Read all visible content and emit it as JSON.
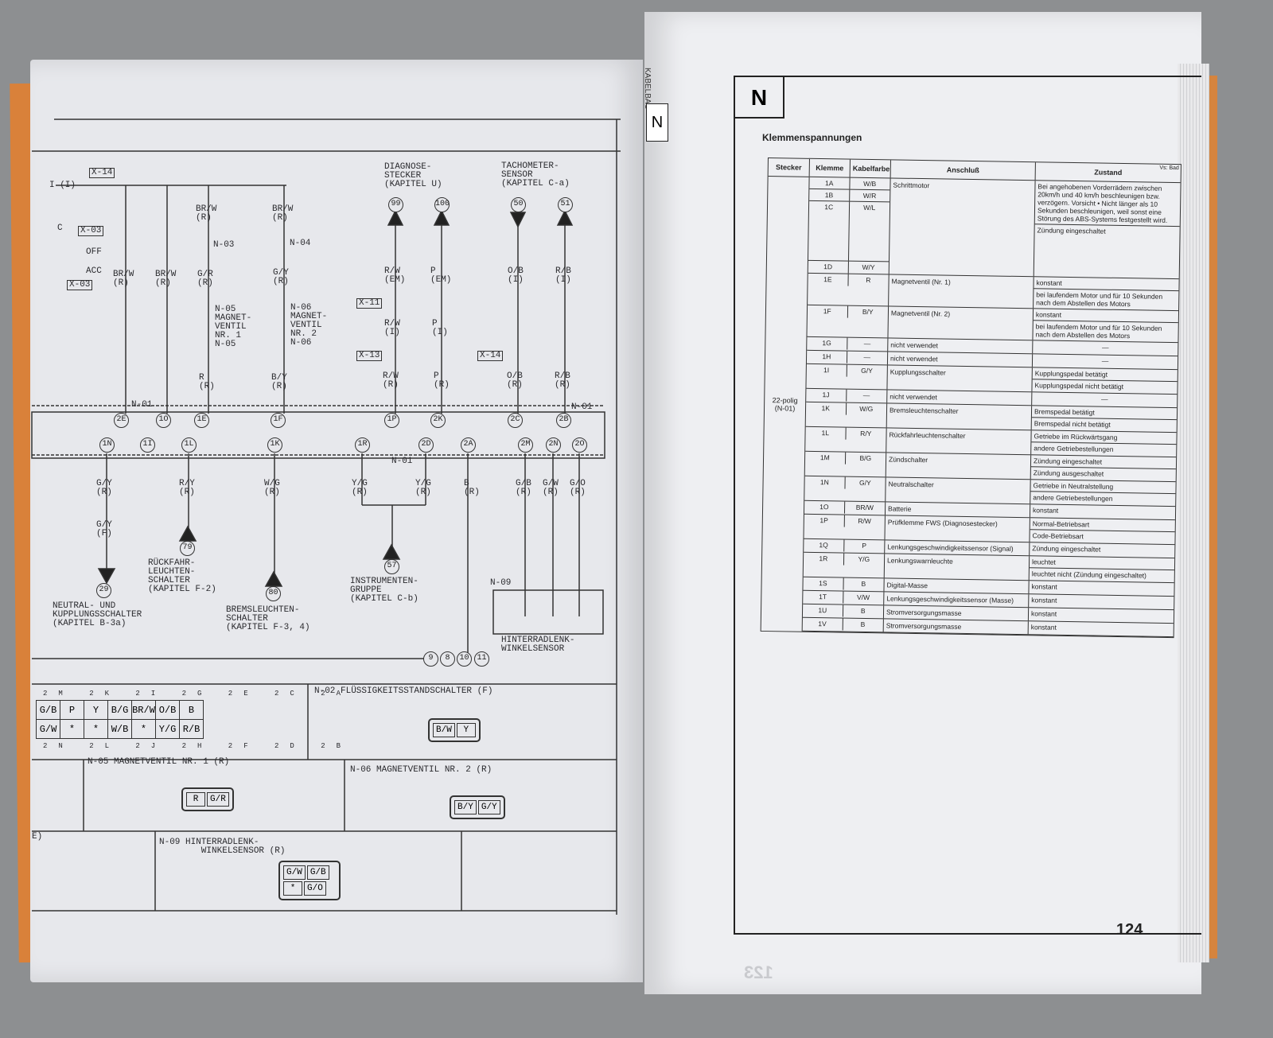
{
  "left": {
    "labels": [
      "X-14",
      "I (I)",
      "BR/W\n(R)",
      "N-03",
      "BR/W\n(R)",
      "N-04",
      "C",
      "X-03",
      "OFF",
      "ACC",
      "X-03",
      "BR/W\n(R)",
      "BR/W\n(R)",
      "G/R\n(R)",
      "G/Y\n(R)",
      "N-05\nMAGNET-\nVENTIL\nNR. 1\nN-05",
      "N-06\nMAGNET-\nVENTIL\nNR. 2\nN-06",
      "DIAGNOSE-\nSTECKER\n(KAPITEL U)",
      "TACHOMETER-\nSENSOR\n(KAPITEL C-a)",
      "R/W\n(EM)",
      "P\n(EM)",
      "O/B\n(I)",
      "R/B\n(I)",
      "X-11",
      "R/W\n(I)",
      "P\n(I)",
      "X-13",
      "X-14",
      "R\n(R)",
      "B/Y\n(R)",
      "R/W\n(R)",
      "P\n(R)",
      "O/B\n(R)",
      "R/B\n(R)",
      "N-01",
      "N-01",
      "N-01",
      "G/Y\n(R)",
      "R/Y\n(R)",
      "W/G\n(R)",
      "Y/G\n(R)",
      "Y/G\n(R)",
      "B\n(R)",
      "G/B\n(R)",
      "G/W\n(R)",
      "G/O\n(R)",
      "G/Y\n(F)",
      "RÜCKFAHR-\nLEUCHTEN-\nSCHALTER\n(KAPITEL F-2)",
      "NEUTRAL- UND\nKUPPLUNGSSCHALTER\n(KAPITEL B-3a)",
      "BREMSLEUCHTEN-\nSCHALTER\n(KAPITEL F-3, 4)",
      "INSTRUMENTEN-\nGRUPPE\n(KAPITEL C-b)",
      "N-09",
      "HINTERRADLENK-\nWINKELSENSOR",
      "N-02 FLÜSSIGKEITSSTANDSCHALTER (F)",
      "N-05 MAGNETVENTIL NR. 1 (R)",
      "N-06 MAGNETVENTIL NR. 2 (R)",
      "N-09 HINTERRADLENK-\n        WINKELSENSOR (R)",
      "E)"
    ],
    "circles": [
      "99",
      "100",
      "50",
      "51",
      "2E",
      "1O",
      "1E",
      "1F",
      "1P",
      "2K",
      "2C",
      "2B",
      "1N",
      "1I",
      "1L",
      "1K",
      "1R",
      "2D",
      "2A",
      "2M",
      "2N",
      "2O",
      "79",
      "29",
      "80",
      "57",
      "9",
      "8",
      "10",
      "11"
    ],
    "connector_table": {
      "top_labels": [
        "2M",
        "2K",
        "2I",
        "2G",
        "2E",
        "2C",
        "2A"
      ],
      "row1": [
        "G/B",
        "P",
        "Y",
        "B/G",
        "BR/W",
        "O/B",
        "B"
      ],
      "row2": [
        "G/W",
        "*",
        "*",
        "W/B",
        "*",
        "Y/G",
        "R/B"
      ],
      "bottom_labels": [
        "2N",
        "2L",
        "2J",
        "2H",
        "2F",
        "2D",
        "2B"
      ]
    },
    "conn_n02": [
      "B/W",
      "Y"
    ],
    "conn_n05": [
      "R",
      "G/R"
    ],
    "conn_n06": [
      "B/Y",
      "G/Y"
    ],
    "conn_n09": [
      "G/W",
      "G/B",
      "*",
      "G/O"
    ],
    "ghost_page_number": "123"
  },
  "right": {
    "side_label": "KABELBAU",
    "side_tab": "N",
    "tab": "N",
    "title": "Klemmenspannungen",
    "corner_note": "Vs: Bad",
    "page_number": "124",
    "headers": {
      "stecker": "Stecker",
      "klemme": "Klemme",
      "kabelfarbe": "Kabelfarbe",
      "anschluss": "Anschluß",
      "zustand": "Zustand"
    },
    "stecker": "22-polig\n(N-01)",
    "groups": [
      {
        "klemmen": [
          [
            "1A",
            "W/B"
          ],
          [
            "1B",
            "W/R"
          ],
          [
            "1C",
            "W/L"
          ],
          [
            "1D",
            "W/Y"
          ]
        ],
        "anschluss": "Schrittmotor",
        "zustand": [
          "Bei angehobenen Vorderrädern zwischen 20km/h und 40 km/h beschleunigen bzw. verzögern. Vorsicht • Nicht länger als 10 Sekunden beschleunigen, weil sonst eine Störung des ABS-Systems festgestellt wird.",
          "Zündung eingeschaltet"
        ]
      },
      {
        "klemmen": [
          [
            "1E",
            "R"
          ]
        ],
        "anschluss": "Magnetventil (Nr. 1)",
        "zustand": [
          "konstant",
          "bei laufendem Motor und für 10 Sekunden nach dem Abstellen des Motors"
        ]
      },
      {
        "klemmen": [
          [
            "1F",
            "B/Y"
          ]
        ],
        "anschluss": "Magnetventil (Nr. 2)",
        "zustand": [
          "konstant",
          "bei laufendem Motor und für 10 Sekunden nach dem Abstellen des Motors"
        ]
      },
      {
        "klemmen": [
          [
            "1G",
            "—"
          ]
        ],
        "anschluss": "nicht verwendet",
        "zustand": [
          "—"
        ]
      },
      {
        "klemmen": [
          [
            "1H",
            "—"
          ]
        ],
        "anschluss": "nicht verwendet",
        "zustand": [
          "—"
        ]
      },
      {
        "klemmen": [
          [
            "1I",
            "G/Y"
          ]
        ],
        "anschluss": "Kupplungsschalter",
        "zustand": [
          "Kupplungspedal betätigt",
          "Kupplungspedal nicht betätigt"
        ]
      },
      {
        "klemmen": [
          [
            "1J",
            "—"
          ]
        ],
        "anschluss": "nicht verwendet",
        "zustand": [
          "—"
        ]
      },
      {
        "klemmen": [
          [
            "1K",
            "W/G"
          ]
        ],
        "anschluss": "Bremsleuchtenschalter",
        "zustand": [
          "Bremspedal betätigt",
          "Bremspedal nicht betätigt"
        ]
      },
      {
        "klemmen": [
          [
            "1L",
            "R/Y"
          ]
        ],
        "anschluss": "Rückfahrleuchtenschalter",
        "zustand": [
          "Getriebe im Rückwärtsgang",
          "andere Getriebestellungen"
        ]
      },
      {
        "klemmen": [
          [
            "1M",
            "B/G"
          ]
        ],
        "anschluss": "Zündschalter",
        "zustand": [
          "Zündung eingeschaltet",
          "Zündung ausgeschaltet"
        ]
      },
      {
        "klemmen": [
          [
            "1N",
            "G/Y"
          ]
        ],
        "anschluss": "Neutralschalter",
        "zustand": [
          "Getriebe in Neutralstellung",
          "andere Getriebestellungen"
        ]
      },
      {
        "klemmen": [
          [
            "1O",
            "BR/W"
          ]
        ],
        "anschluss": "Batterie",
        "zustand": [
          "konstant"
        ]
      },
      {
        "klemmen": [
          [
            "1P",
            "R/W"
          ]
        ],
        "anschluss": "Prüfklemme FWS (Diagnosestecker)",
        "zustand": [
          "Normal-Betriebsart",
          "Code-Betriebsart"
        ]
      },
      {
        "klemmen": [
          [
            "1Q",
            "P"
          ]
        ],
        "anschluss": "Lenkungsgeschwindigkeitssensor (Signal)",
        "zustand": [
          "Zündung eingeschaltet"
        ]
      },
      {
        "klemmen": [
          [
            "1R",
            "Y/G"
          ]
        ],
        "anschluss": "Lenkungswarnleuchte",
        "zustand": [
          "leuchtet",
          "leuchtet nicht (Zündung eingeschaltet)"
        ]
      },
      {
        "klemmen": [
          [
            "1S",
            "B"
          ]
        ],
        "anschluss": "Digital-Masse",
        "zustand": [
          "konstant"
        ]
      },
      {
        "klemmen": [
          [
            "1T",
            "V/W"
          ]
        ],
        "anschluss": "Lenkungsgeschwindigkeitssensor (Masse)",
        "zustand": [
          "konstant"
        ]
      },
      {
        "klemmen": [
          [
            "1U",
            "B"
          ]
        ],
        "anschluss": "Stromversorgungsmasse",
        "zustand": [
          "konstant"
        ]
      },
      {
        "klemmen": [
          [
            "1V",
            "B"
          ]
        ],
        "anschluss": "Stromversorgungsmasse",
        "zustand": [
          "konstant"
        ]
      }
    ]
  }
}
